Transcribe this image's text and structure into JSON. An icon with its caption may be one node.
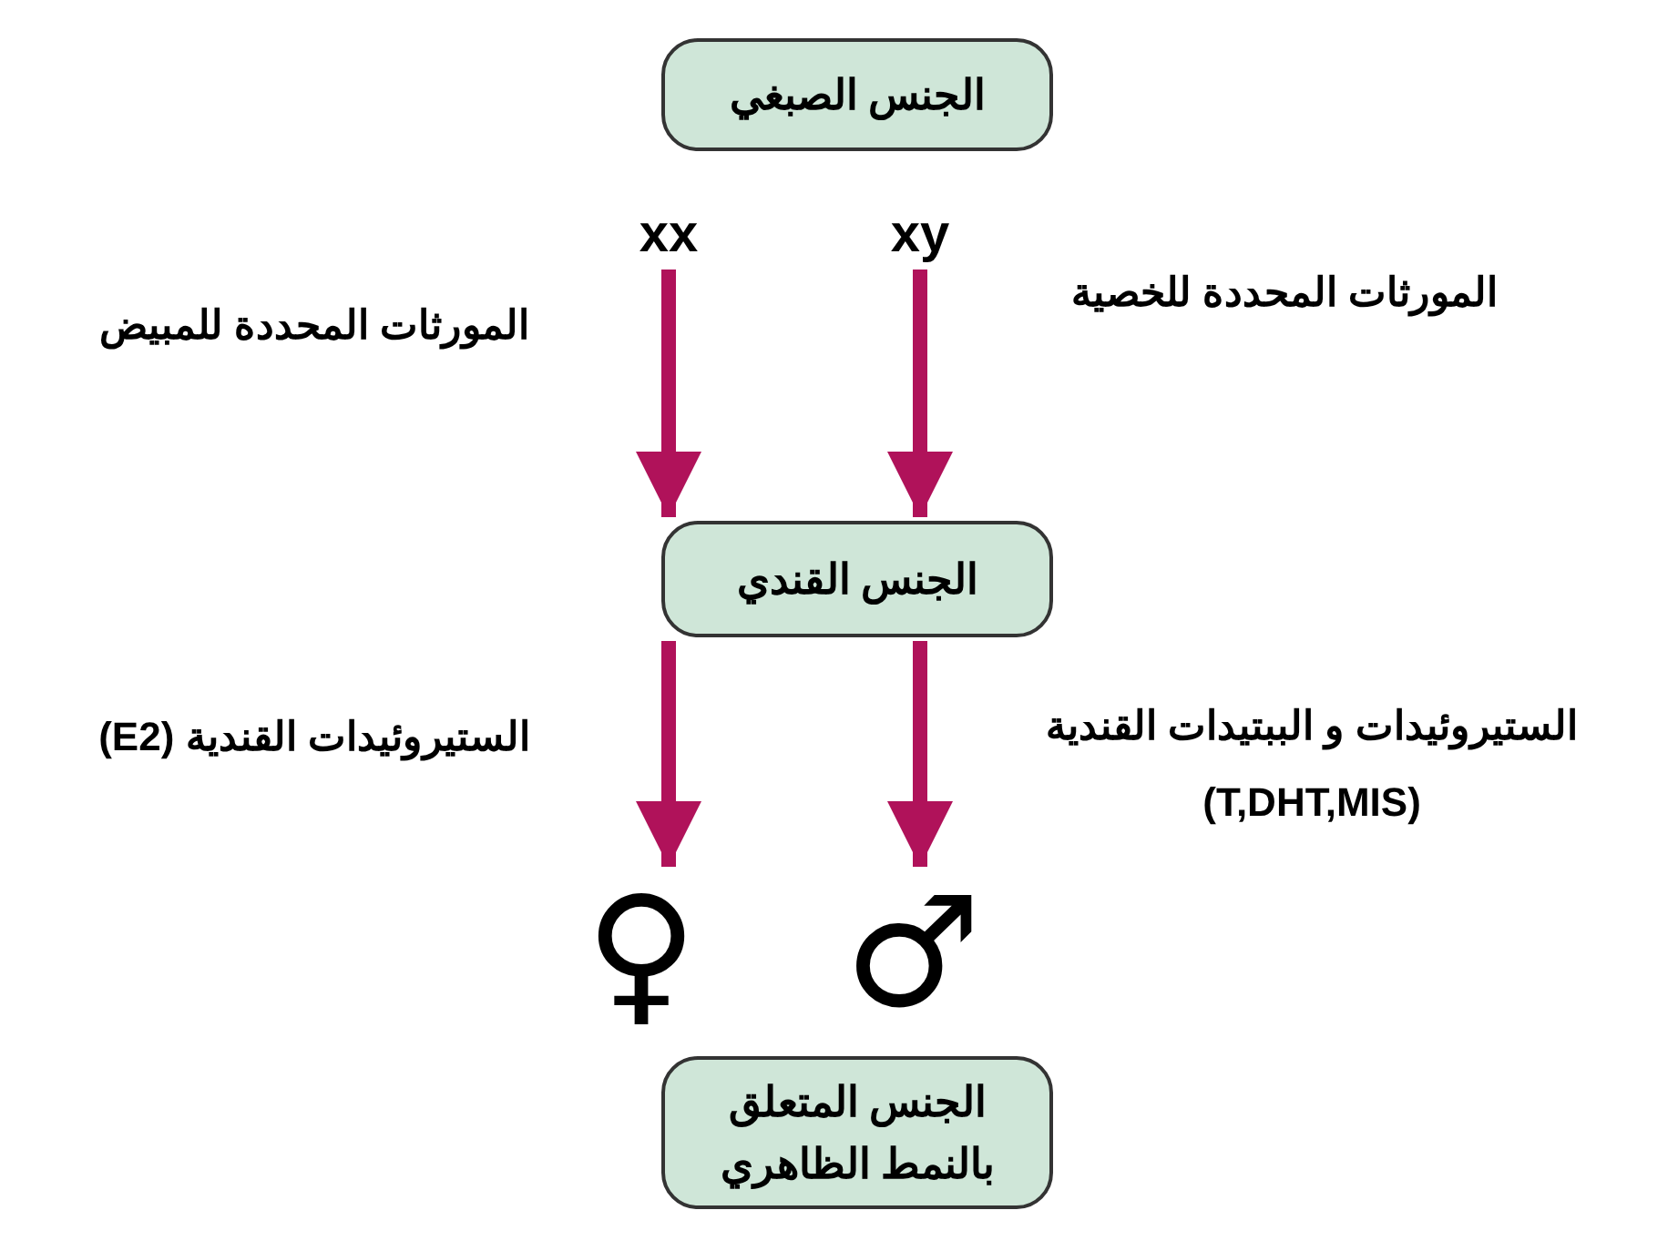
{
  "diagram": {
    "nodes": [
      {
        "text": [
          "الجنس الصبغي"
        ]
      },
      {
        "text": [
          "xx"
        ]
      },
      {
        "text": [
          "xy"
        ]
      },
      {
        "text": [
          "الجنس القندي"
        ]
      },
      {
        "text": [
          "♀"
        ]
      },
      {
        "text": [
          "♂"
        ]
      },
      {
        "text": [
          "الجنس المتعلق بالنمط الظاهري"
        ]
      }
    ],
    "edges": [
      {
        "from": 1,
        "to": 3,
        "arrow": "to",
        "label": "المورثات المحددة للمبيض"
      },
      {
        "from": 2,
        "to": 3,
        "arrow": "to",
        "label": "المورثات المحددة للخصية"
      },
      {
        "from": 3,
        "to": 4,
        "arrow": "to",
        "label": "الستيروئيدات القندية (E2)"
      },
      {
        "from": 3,
        "to": 5,
        "arrow": "to",
        "label": "الستيروئيدات و الببتيدات القندية (T,DHT,MIS)"
      }
    ]
  }
}
